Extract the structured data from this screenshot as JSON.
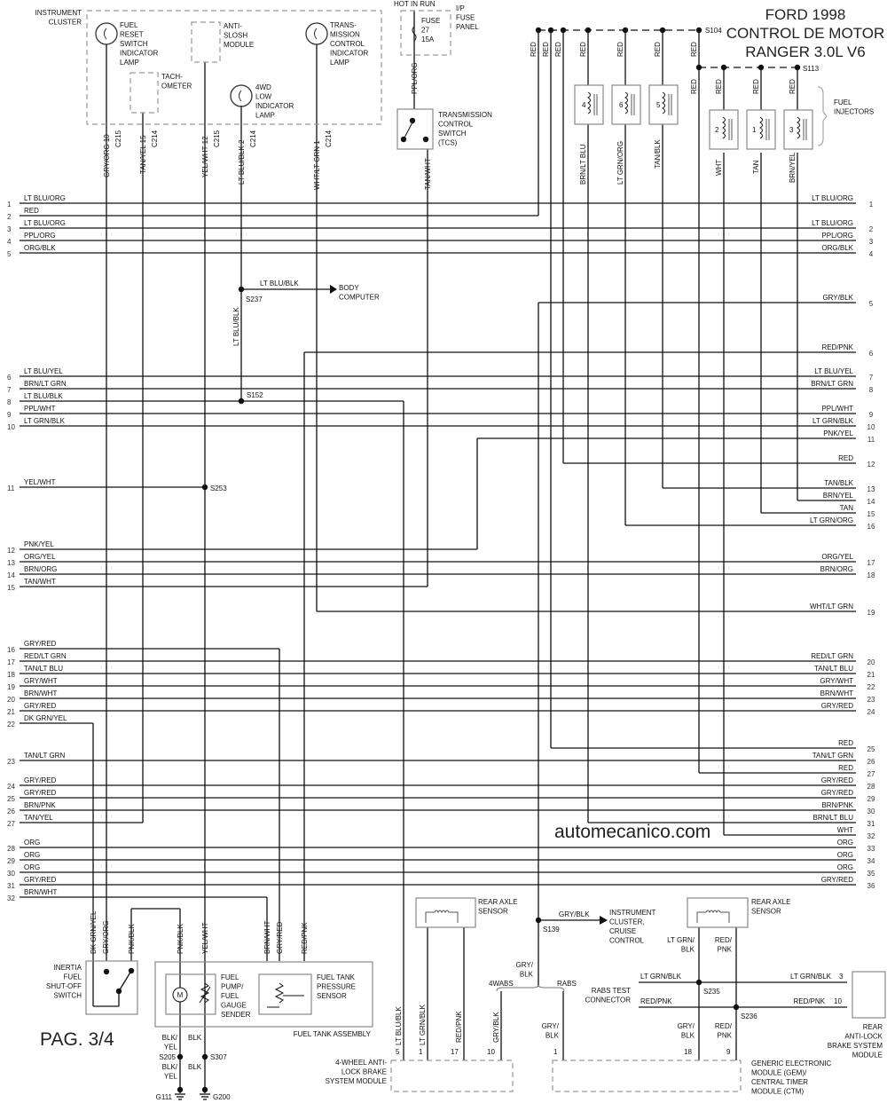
{
  "title": {
    "line1": "FORD 1998",
    "line2": "CONTROL DE MOTOR",
    "line3": "RANGER 3.0L V6"
  },
  "page": "PAG. 3/4",
  "watermark": "automecanico.com",
  "left_wires": [
    {
      "n": "1",
      "c": "LT BLU/ORG"
    },
    {
      "n": "2",
      "c": "RED"
    },
    {
      "n": "3",
      "c": "LT BLU/ORG"
    },
    {
      "n": "4",
      "c": "PPL/ORG"
    },
    {
      "n": "5",
      "c": "ORG/BLK"
    },
    {
      "n": "6",
      "c": "LT BLU/YEL"
    },
    {
      "n": "7",
      "c": "BRN/LT GRN"
    },
    {
      "n": "8",
      "c": "LT BLU/BLK"
    },
    {
      "n": "9",
      "c": "PPL/WHT"
    },
    {
      "n": "10",
      "c": "LT GRN/BLK"
    },
    {
      "n": "11",
      "c": "YEL/WHT"
    },
    {
      "n": "12",
      "c": "PNK/YEL"
    },
    {
      "n": "13",
      "c": "ORG/YEL"
    },
    {
      "n": "14",
      "c": "BRN/ORG"
    },
    {
      "n": "15",
      "c": "TAN/WHT"
    },
    {
      "n": "16",
      "c": "GRY/RED"
    },
    {
      "n": "17",
      "c": "RED/LT GRN"
    },
    {
      "n": "18",
      "c": "TAN/LT BLU"
    },
    {
      "n": "19",
      "c": "GRY/WHT"
    },
    {
      "n": "20",
      "c": "BRN/WHT"
    },
    {
      "n": "21",
      "c": "GRY/RED"
    },
    {
      "n": "22",
      "c": "DK GRN/YEL"
    },
    {
      "n": "23",
      "c": "TAN/LT GRN"
    },
    {
      "n": "24",
      "c": "GRY/RED"
    },
    {
      "n": "25",
      "c": "GRY/RED"
    },
    {
      "n": "26",
      "c": "BRN/PNK"
    },
    {
      "n": "27",
      "c": "TAN/YEL"
    },
    {
      "n": "28",
      "c": "ORG"
    },
    {
      "n": "29",
      "c": "ORG"
    },
    {
      "n": "30",
      "c": "ORG"
    },
    {
      "n": "31",
      "c": "GRY/RED"
    },
    {
      "n": "32",
      "c": "BRN/WHT"
    }
  ],
  "right_wires": [
    {
      "n": "1",
      "c": "LT BLU/ORG"
    },
    {
      "n": "2",
      "c": "LT BLU/ORG"
    },
    {
      "n": "3",
      "c": "PPL/ORG"
    },
    {
      "n": "4",
      "c": "ORG/BLK"
    },
    {
      "n": "5",
      "c": "GRY/BLK"
    },
    {
      "n": "6",
      "c": "RED/PNK"
    },
    {
      "n": "7",
      "c": "LT BLU/YEL"
    },
    {
      "n": "8",
      "c": "BRN/LT GRN"
    },
    {
      "n": "9",
      "c": "PPL/WHT"
    },
    {
      "n": "10",
      "c": "LT GRN/BLK"
    },
    {
      "n": "11",
      "c": "PNK/YEL"
    },
    {
      "n": "12",
      "c": "RED"
    },
    {
      "n": "13",
      "c": "TAN/BLK"
    },
    {
      "n": "14",
      "c": "BRN/YEL"
    },
    {
      "n": "15",
      "c": "TAN"
    },
    {
      "n": "16",
      "c": "LT GRN/ORG"
    },
    {
      "n": "17",
      "c": "ORG/YEL"
    },
    {
      "n": "18",
      "c": "BRN/ORG"
    },
    {
      "n": "19",
      "c": "WHT/LT GRN"
    },
    {
      "n": "20",
      "c": "RED/LT GRN"
    },
    {
      "n": "21",
      "c": "TAN/LT BLU"
    },
    {
      "n": "22",
      "c": "GRY/WHT"
    },
    {
      "n": "23",
      "c": "BRN/WHT"
    },
    {
      "n": "24",
      "c": "GRY/RED"
    },
    {
      "n": "25",
      "c": "RED"
    },
    {
      "n": "26",
      "c": "TAN/LT GRN"
    },
    {
      "n": "27",
      "c": "RED"
    },
    {
      "n": "28",
      "c": "GRY/RED"
    },
    {
      "n": "29",
      "c": "GRY/RED"
    },
    {
      "n": "30",
      "c": "BRN/PNK"
    },
    {
      "n": "31",
      "c": "BRN/LT BLU"
    },
    {
      "n": "32",
      "c": "WHT"
    },
    {
      "n": "33",
      "c": "ORG"
    },
    {
      "n": "34",
      "c": "ORG"
    },
    {
      "n": "35",
      "c": "ORG"
    },
    {
      "n": "36",
      "c": "GRY/RED"
    }
  ],
  "labels": {
    "instrument_cluster": [
      "INSTRUMENT",
      "CLUSTER"
    ],
    "fuel_reset_lamp": [
      "FUEL",
      "RESET",
      "SWITCH",
      "INDICATOR",
      "LAMP"
    ],
    "anti_slosh": [
      "ANTI-",
      "SLOSH",
      "MODULE"
    ],
    "tachometer": [
      "TACH-",
      "OMETER"
    ],
    "low_4wd_lamp": [
      "4WD",
      "LOW",
      "INDICATOR",
      "LAMP"
    ],
    "trans_lamp": [
      "TRANS-",
      "MISSION",
      "CONTROL",
      "INDICATOR",
      "LAMP"
    ],
    "hot_in_run": [
      "HOT IN RUN"
    ],
    "fuse": [
      "FUSE",
      "27",
      "15A"
    ],
    "ip_fuse_panel": [
      "I/P",
      "FUSE",
      "PANEL"
    ],
    "tcs": [
      "TRANSMISSION",
      "CONTROL",
      "SWITCH",
      "(TCS)"
    ],
    "fuel_injectors": [
      "FUEL",
      "INJECTORS"
    ],
    "s104": [
      "S104"
    ],
    "s113": [
      "S113"
    ],
    "body_computer": [
      "BODY",
      "COMPUTER"
    ],
    "lt_blu_blk_h": [
      "LT BLU/BLK"
    ],
    "s237": [
      "S237"
    ],
    "s152": [
      "S152"
    ],
    "s253": [
      "S253"
    ],
    "inj4": [
      "4"
    ],
    "inj6": [
      "6"
    ],
    "inj5": [
      "5"
    ],
    "inj2": [
      "2"
    ],
    "inj1": [
      "1"
    ],
    "inj3": [
      "3"
    ],
    "inertia_switch": [
      "INERTIA",
      "FUEL",
      "SHUT-OFF",
      "SWITCH"
    ],
    "fuel_pump": [
      "FUEL",
      "PUMP/",
      "FUEL",
      "GAUGE",
      "SENDER"
    ],
    "pressure_sensor": [
      "FUEL TANK",
      "PRESSURE",
      "SENSOR"
    ],
    "fuel_tank_assembly": [
      "FUEL TANK ASSEMBLY"
    ],
    "blk_yel_1": [
      "BLK/",
      "YEL"
    ],
    "blk_1": [
      "BLK"
    ],
    "s205": [
      "S205"
    ],
    "s307": [
      "S307"
    ],
    "blk_yel_2": [
      "BLK/",
      "YEL"
    ],
    "blk_2": [
      "BLK"
    ],
    "g111": [
      "G111"
    ],
    "g200": [
      "G200"
    ],
    "abs4_module": [
      "4-WHEEL ANTI-",
      "LOCK BRAKE",
      "SYSTEM MODULE"
    ],
    "rear_axle_1": [
      "REAR AXLE",
      "SENSOR"
    ],
    "rear_axle_2": [
      "REAR AXLE",
      "SENSOR"
    ],
    "gry_blk_s139": [
      "GRY/BLK"
    ],
    "s139": [
      "S139"
    ],
    "inst_cruise": [
      "INSTRUMENT",
      "CLUSTER,",
      "CRUISE",
      "CONTROL"
    ],
    "gry_blk_a": [
      "GRY/",
      "BLK"
    ],
    "wabs": [
      "4WABS"
    ],
    "rabs": [
      "RABS"
    ],
    "gry_blk_b": [
      "GRY/",
      "BLK"
    ],
    "ltgrn_blk_a": [
      "LT GRN/",
      "BLK"
    ],
    "red_pnk_a": [
      "RED/",
      "PNK"
    ],
    "rabs_test": [
      "RABS TEST",
      "CONNECTOR"
    ],
    "ltgrn_blk_l": [
      "LT GRN/BLK"
    ],
    "ltgrn_blk_r": [
      "LT GRN/BLK"
    ],
    "pin3": [
      "3"
    ],
    "s235": [
      "S235"
    ],
    "red_pnk_l": [
      "RED/PNK"
    ],
    "red_pnk_r": [
      "RED/PNK"
    ],
    "pin10r": [
      "10"
    ],
    "s236": [
      "S236"
    ],
    "rear_abs": [
      "REAR",
      "ANTI-LOCK",
      "BRAKE SYSTEM",
      "MODULE"
    ],
    "gry_blk_c": [
      "GRY/",
      "BLK"
    ],
    "red_pnk_c": [
      "RED/",
      "PNK"
    ],
    "gem": [
      "GENERIC ELECTRONIC",
      "MODULE (GEM)/",
      "CENTRAL TIMER",
      "MODULE (CTM)"
    ],
    "p5": [
      "5"
    ],
    "p1a": [
      "1"
    ],
    "p17": [
      "17"
    ],
    "p10": [
      "10"
    ],
    "p1b": [
      "1"
    ],
    "p18": [
      "18"
    ],
    "p9": [
      "9"
    ]
  },
  "vlabels": {
    "c_gry_org": "GRY/ORG  10",
    "c_c215a": "C215",
    "c_tan_yel": "TAN/YEL  15",
    "c_c214a": "C214",
    "c_yel_wht": "YEL/WHT  12",
    "c_c215b": "C215",
    "c_ltblu_blk": "LT BLU/BLK   2",
    "c_c214b": "C214",
    "c_wht_ltgrn": "WHT/LT GRN   1",
    "c_c214c": "C214",
    "ppl_org": "PPL/ORG",
    "tan_wht": "TAN/WHT",
    "red1": "RED",
    "red2": "RED",
    "red3": "RED",
    "red4": "RED",
    "red5": "RED",
    "red6": "RED",
    "red7": "RED",
    "red8": "RED",
    "red9": "RED",
    "red10": "RED",
    "red11": "RED",
    "brn_ltblu": "BRN/LT BLU",
    "ltgrn_org": "LT GRN/ORG",
    "tan_blk": "TAN/BLK",
    "wht": "WHT",
    "tan": "TAN",
    "brn_yel": "BRN/YEL",
    "ltblu_blk_v": "LT BLU/BLK",
    "b_dkgrn_yel": "DK GRN/YEL",
    "b_gry_org": "GRY/ORG",
    "b_pnk_blk1": "PNK/BLK",
    "b_pnk_blk2": "PNK/BLK",
    "b_yel_wht": "YEL/WHT",
    "b_brn_wht": "BRN/WHT",
    "b_gry_red": "GRY/RED",
    "b_red_pnk": "RED/PNK",
    "m_ltblu_blk": "LT BLU/BLK",
    "m_ltgrn_blk": "LT GRN/BLK",
    "m_red_pnk": "RED/PNK",
    "m_gry_blk": "GRY/BLK"
  }
}
